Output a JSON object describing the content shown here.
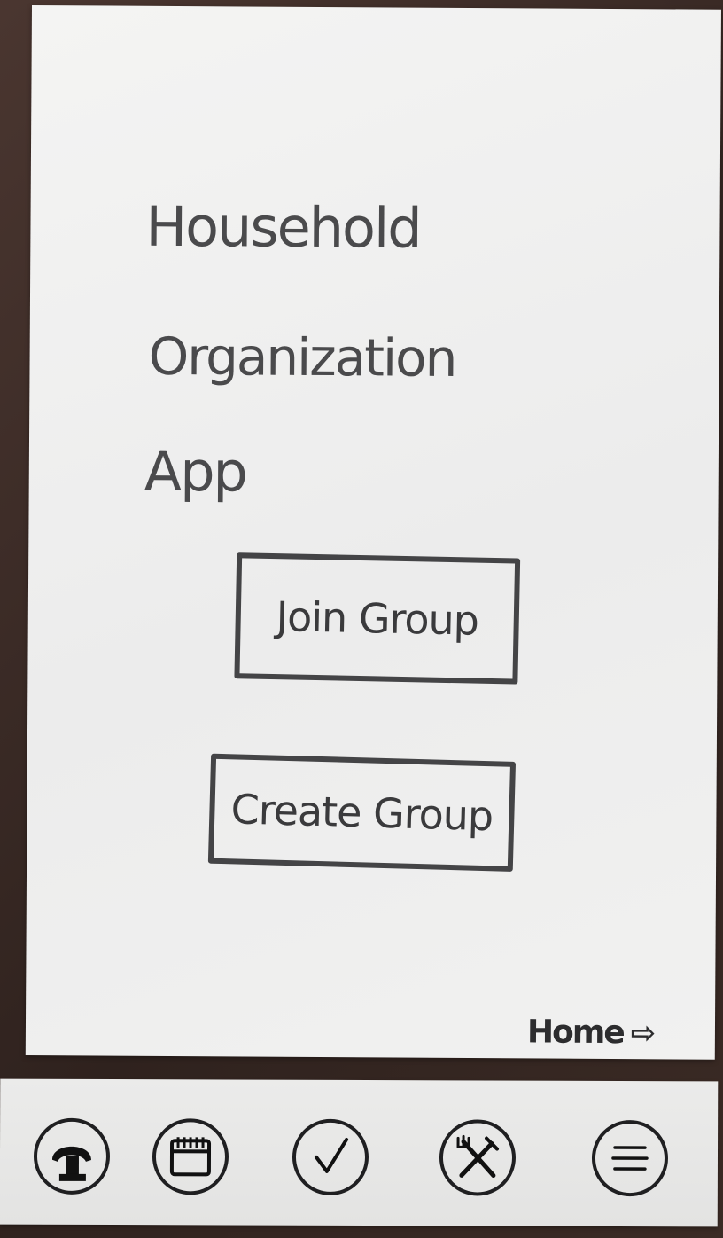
{
  "title": {
    "line1": "Household",
    "line2": "Organization",
    "line3": "App"
  },
  "buttons": {
    "join": "Join Group",
    "create": "Create Group"
  },
  "home_link": {
    "label": "Home",
    "arrow": "⇨"
  },
  "tabbar": {
    "items": [
      {
        "icon": "toilet-plunger-icon"
      },
      {
        "icon": "calendar-icon"
      },
      {
        "icon": "checkmark-icon"
      },
      {
        "icon": "fork-knife-icon"
      },
      {
        "icon": "menu-icon"
      }
    ]
  }
}
